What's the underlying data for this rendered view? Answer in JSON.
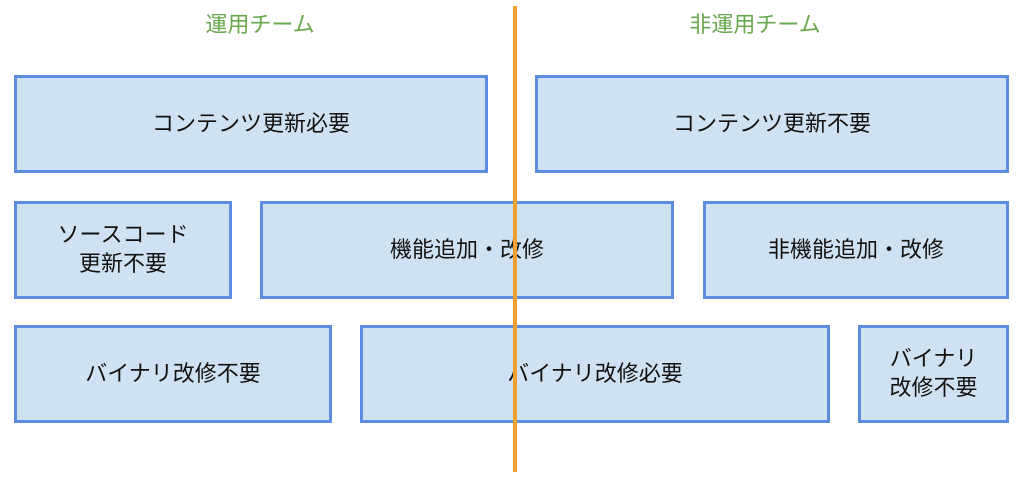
{
  "headers": {
    "left": "運用チーム",
    "right": "非運用チーム"
  },
  "rows": [
    {
      "boxes": [
        {
          "lines": [
            "コンテンツ更新必要"
          ]
        },
        {
          "lines": [
            "コンテンツ更新不要"
          ]
        }
      ]
    },
    {
      "boxes": [
        {
          "lines": [
            "ソースコード",
            "更新不要"
          ]
        },
        {
          "lines": [
            "機能追加・改修"
          ]
        },
        {
          "lines": [
            "非機能追加・改修"
          ]
        }
      ]
    },
    {
      "boxes": [
        {
          "lines": [
            "バイナリ改修不要"
          ]
        },
        {
          "lines": [
            "バイナリ改修必要"
          ]
        },
        {
          "lines": [
            "バイナリ",
            "改修不要"
          ]
        }
      ]
    }
  ],
  "colors": {
    "header_text": "#6aa84f",
    "box_fill": "#cfe2f3",
    "box_border": "#5b8ce0",
    "divider": "#f0a030"
  }
}
